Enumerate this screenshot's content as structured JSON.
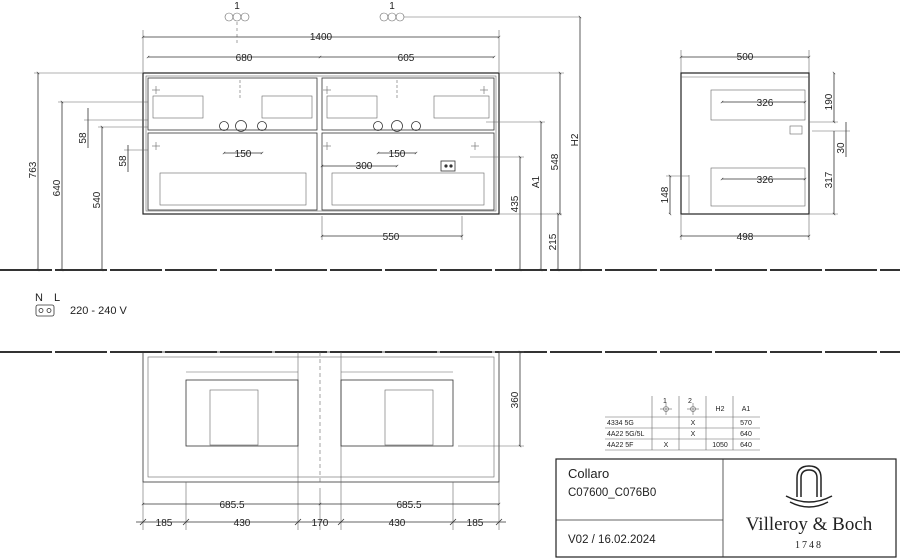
{
  "front_view": {
    "position_markers": [
      "1",
      "1"
    ],
    "overall_width": "1400",
    "basin_left_width": "680",
    "basin_right_width": "605",
    "tap_spacing_left": "150",
    "tap_spacing_right": "150",
    "outlet_offset": "300",
    "drawer_inner_width": "550",
    "height_total": "763",
    "height_640": "640",
    "height_540": "540",
    "drawer_offset_top": "58",
    "drawer_offset_bottom": "58",
    "height_435": "435",
    "height_215": "215",
    "height_548": "548",
    "label_a1": "A1",
    "label_h2": "H2"
  },
  "side_view": {
    "depth_top": "500",
    "depth_bottom": "498",
    "drawer_depth_top": "326",
    "drawer_depth_bottom": "326",
    "height_190": "190",
    "height_30": "30",
    "height_317": "317",
    "height_148": "148"
  },
  "electrical": {
    "labels": "N L",
    "voltage": "220 - 240 V"
  },
  "plan_view": {
    "depth": "360",
    "half_left": "685.5",
    "half_right": "685.5",
    "seg_left_outer": "185",
    "seg_left_inner": "430",
    "seg_middle": "170",
    "seg_right_inner": "430",
    "seg_right_outer": "185"
  },
  "variants_table": {
    "headers": [
      "1",
      "2",
      "H2",
      "A1"
    ],
    "rows": [
      [
        "4334 5G",
        "",
        "X",
        "",
        "570"
      ],
      [
        "4A22 5G/5L",
        "",
        "X",
        "",
        "640"
      ],
      [
        "4A22 5F",
        "X",
        "",
        "1050",
        "640"
      ]
    ]
  },
  "title_block": {
    "title": "Collaro",
    "code": "C07600_C076B0",
    "version": "V02 / 16.02.2024",
    "brand": "Villeroy & Boch",
    "brand_year": "1748"
  }
}
